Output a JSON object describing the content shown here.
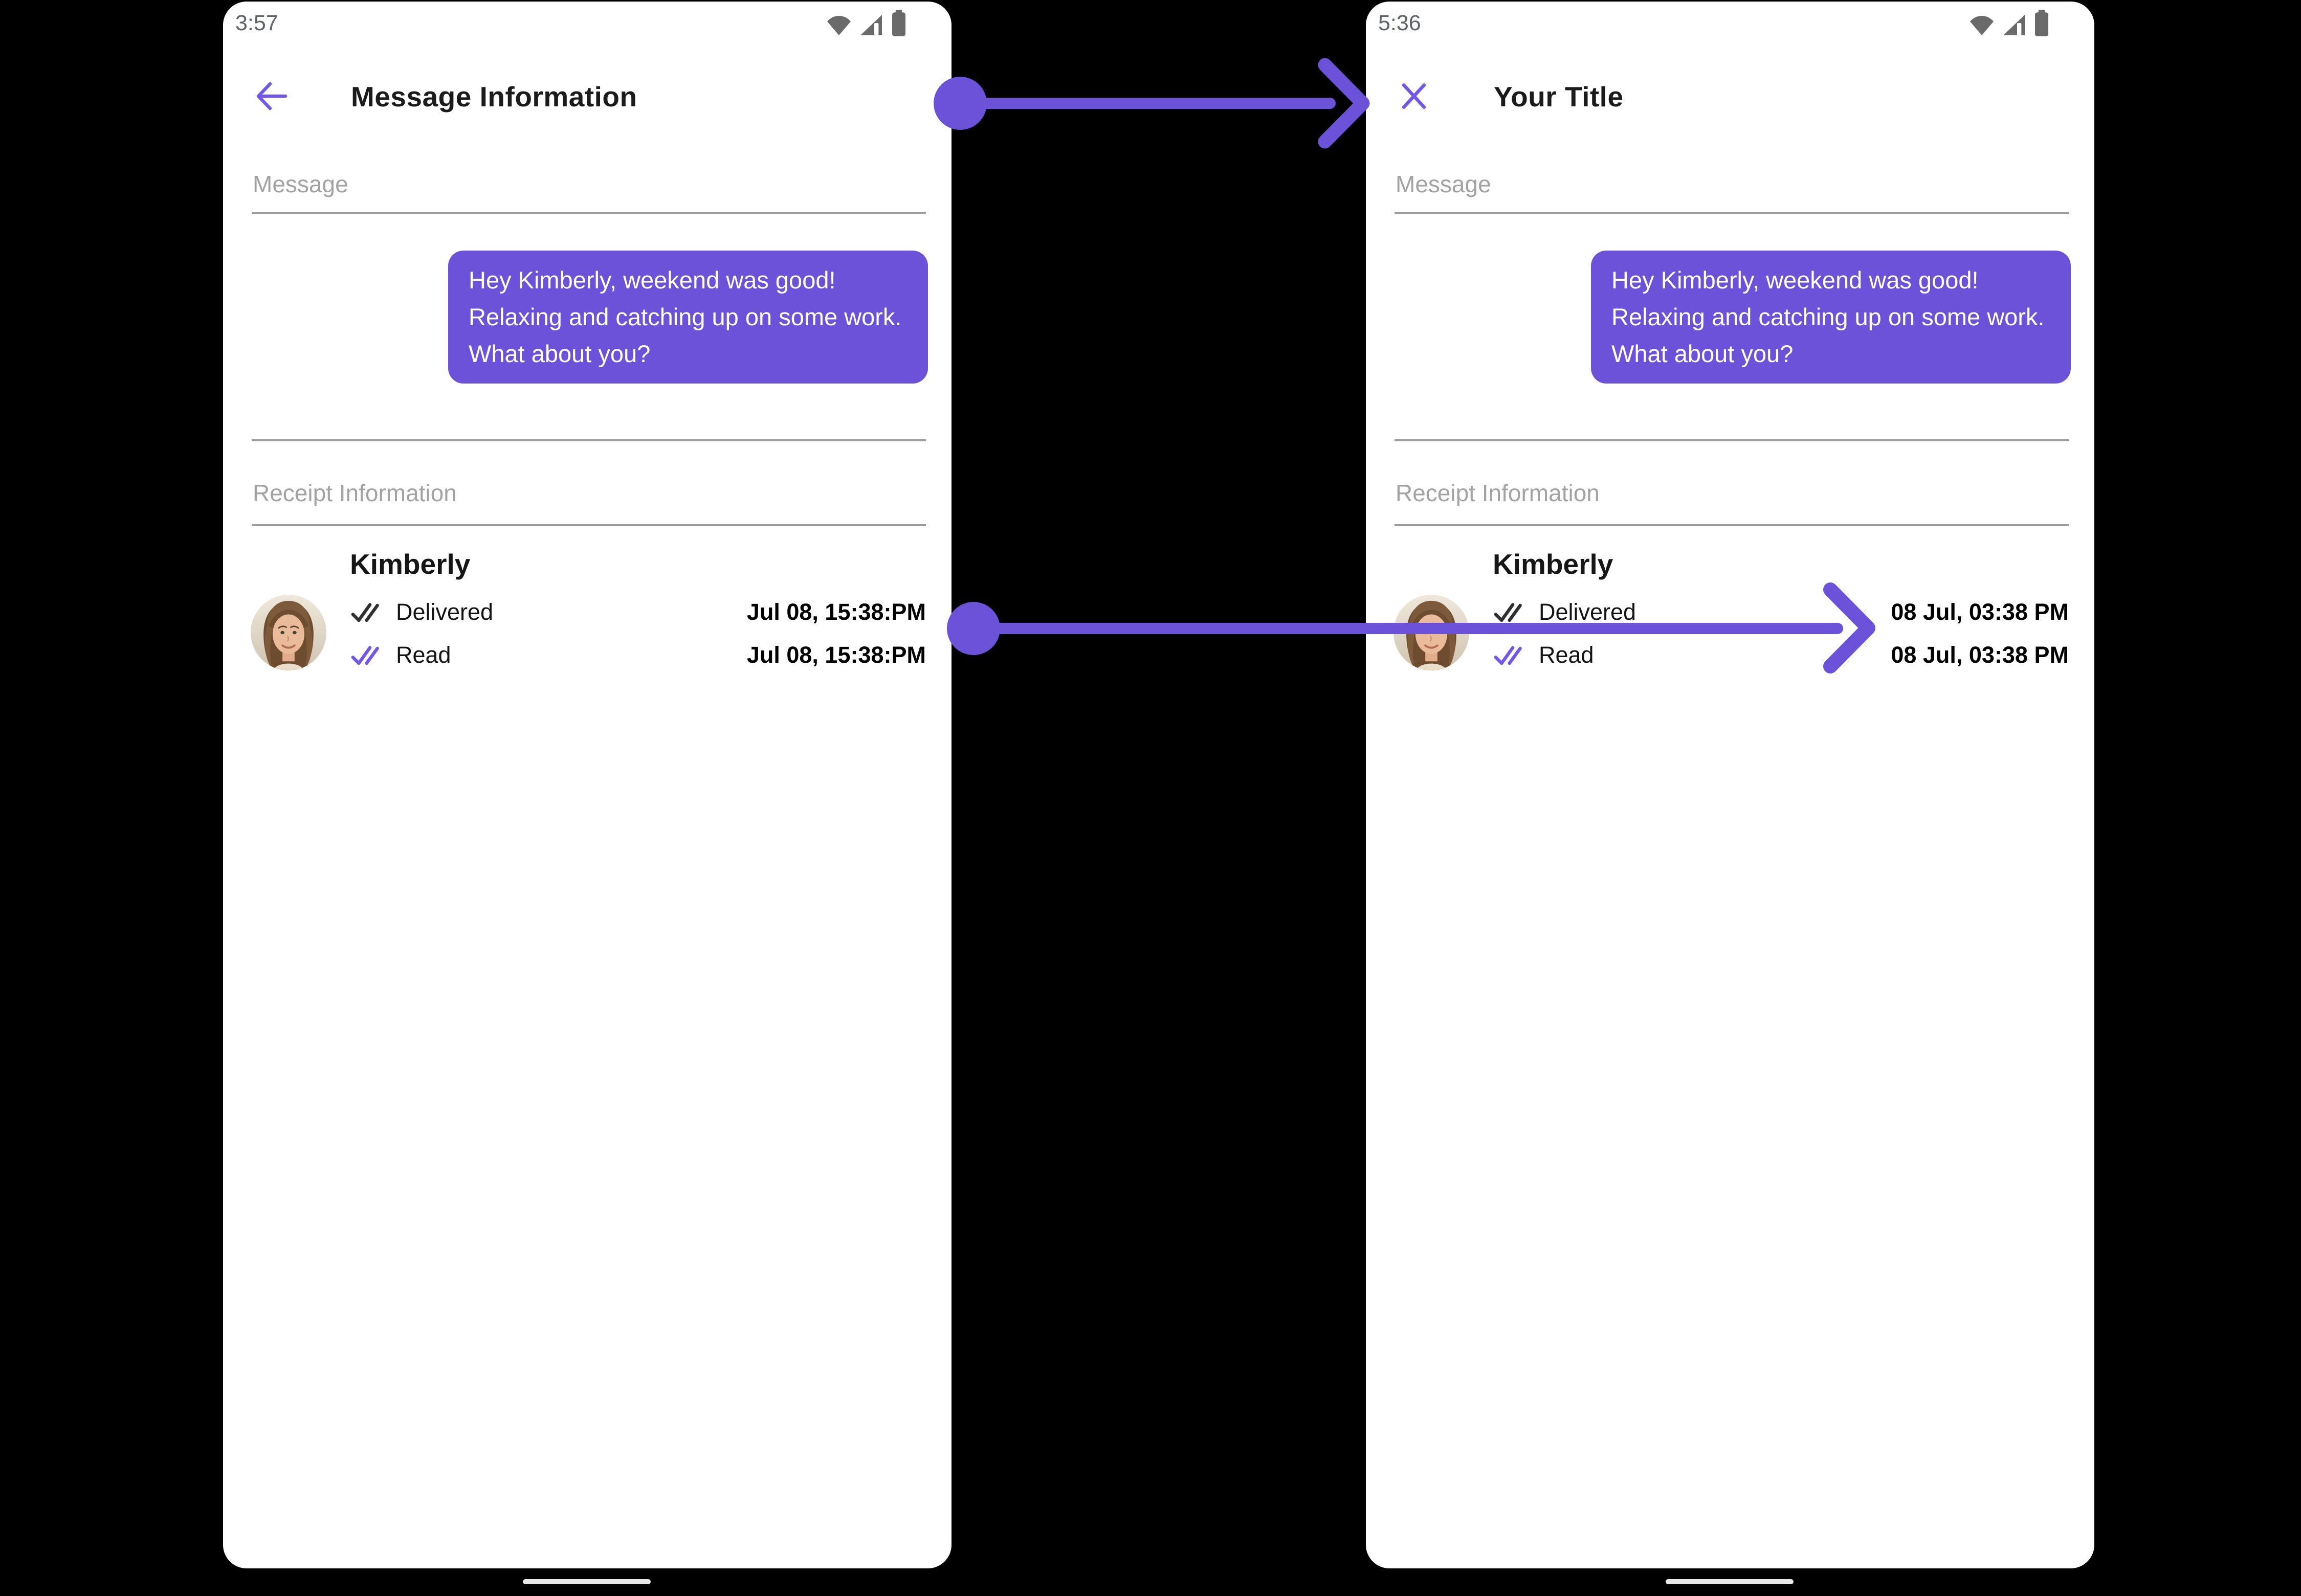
{
  "colors": {
    "accent_purple": "#6C52D9",
    "icon_purple": "#7257E8",
    "delivered_check": "#2F2F2F",
    "divider_gray": "#9C9C9C",
    "label_gray": "#A3A3A3",
    "status_gray": "#5F6368",
    "home_pill": "#E8E8E8",
    "background": "#000000"
  },
  "left_phone": {
    "status_time": "3:57",
    "status_icons": [
      "wifi-icon",
      "cellular-signal-icon",
      "battery-icon"
    ],
    "header": {
      "nav_icon": "back-arrow-icon",
      "title": "Message Information"
    },
    "message_section": {
      "label": "Message",
      "bubble_text": "Hey Kimberly, weekend was good!  Relaxing and catching up on some work.  What about you?"
    },
    "receipt_section": {
      "label": "Receipt Information",
      "recipient_name": "Kimberly",
      "rows": [
        {
          "icon": "double-check-icon",
          "status": "Delivered",
          "timestamp": "Jul 08, 15:38:PM"
        },
        {
          "icon": "double-check-icon",
          "status": "Read",
          "timestamp": "Jul 08, 15:38:PM"
        }
      ]
    }
  },
  "right_phone": {
    "status_time": "5:36",
    "status_icons": [
      "wifi-icon",
      "cellular-signal-icon",
      "battery-icon"
    ],
    "header": {
      "nav_icon": "close-x-icon",
      "title": "Your Title"
    },
    "message_section": {
      "label": "Message",
      "bubble_text": "Hey Kimberly, weekend was good!  Relaxing and catching up on some work.  What about you?"
    },
    "receipt_section": {
      "label": "Receipt Information",
      "recipient_name": "Kimberly",
      "rows": [
        {
          "icon": "double-check-icon",
          "status": "Delivered",
          "timestamp": "08 Jul, 03:38 PM"
        },
        {
          "icon": "double-check-icon",
          "status": "Read",
          "timestamp": "08 Jul, 03:38 PM"
        }
      ]
    }
  },
  "annotations": {
    "arrows": [
      "title-mapping-arrow",
      "timestamp-mapping-arrow"
    ]
  }
}
